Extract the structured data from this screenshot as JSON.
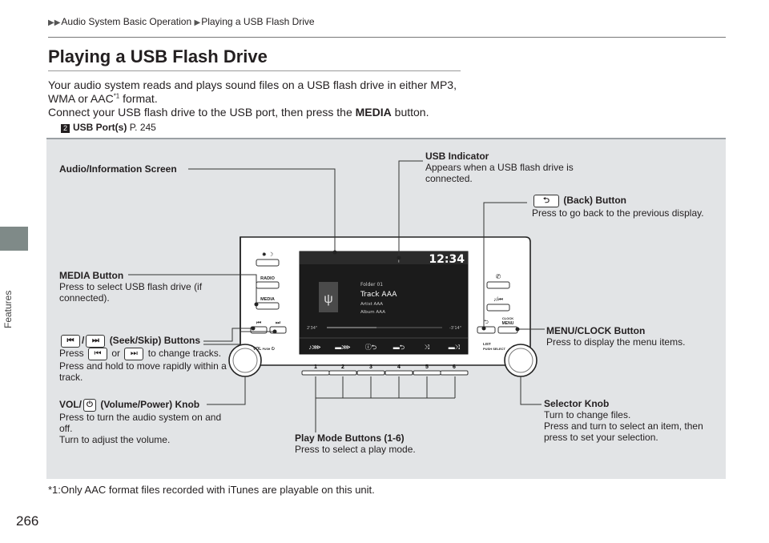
{
  "breadcrumb": {
    "part1": "Audio System Basic Operation",
    "part2": "Playing a USB Flash Drive"
  },
  "side_label": "Features",
  "page_number": "266",
  "title": "Playing a USB Flash Drive",
  "intro": {
    "line1": "Your audio system reads and plays sound files on a USB flash drive in either MP3,",
    "line2_prefix": "WMA or AAC",
    "line2_sup": "*1",
    "line2_suffix": " format.",
    "line3_prefix": "Connect your USB flash drive to the USB port, then press the ",
    "line3_bold": "MEDIA",
    "line3_suffix": " button."
  },
  "reference": {
    "icon": "2",
    "label": "USB Port(s)",
    "page": "P. 245"
  },
  "callouts": {
    "audio_screen": {
      "title": "Audio/Information Screen"
    },
    "usb_indicator": {
      "title": "USB Indicator",
      "desc": "Appears when a USB flash drive is connected."
    },
    "back_button": {
      "title": "(Back) Button",
      "desc": "Press to go back to the previous display."
    },
    "media_button": {
      "title": "MEDIA Button",
      "desc": "Press to select USB flash drive (if connected)."
    },
    "seek_skip": {
      "title": "(Seek/Skip) Buttons",
      "desc_press": "Press",
      "desc_or": "or",
      "desc_rest": "to change tracks.",
      "desc2": "Press and hold to move rapidly within a track."
    },
    "menu_clock": {
      "title": "MENU/CLOCK Button",
      "desc": "Press to display the menu items."
    },
    "vol_knob": {
      "title": "VOL/",
      "title_rest": "(Volume/Power) Knob",
      "desc": "Press to turn the audio system on and off.",
      "desc2": "Turn to adjust the volume."
    },
    "play_mode": {
      "title": "Play Mode Buttons (1-6)",
      "desc": "Press to select a play mode."
    },
    "selector": {
      "title": "Selector Knob",
      "desc": "Turn to change files.",
      "desc2": "Press and turn to select an item, then press to set your selection."
    }
  },
  "unit": {
    "clock": "12:34",
    "folder": "Folder 01",
    "track": "Track AAA",
    "artist": "Artist AAA",
    "album": "Album AAA",
    "elapsed": "2'34\"",
    "remaining": "-3'14\"",
    "btn_radio": "RADIO",
    "btn_media": "MEDIA",
    "btn_clock": "CLOCK",
    "btn_menu": "MENU",
    "vol_label": "VOL",
    "vol_push": "PUSH",
    "list_label": "LIST",
    "push_select": "PUSH SELECT",
    "presets": [
      "1",
      "2",
      "3",
      "4",
      "5",
      "6"
    ]
  },
  "footnote": "*1:Only AAC format files recorded with iTunes are playable on this unit."
}
